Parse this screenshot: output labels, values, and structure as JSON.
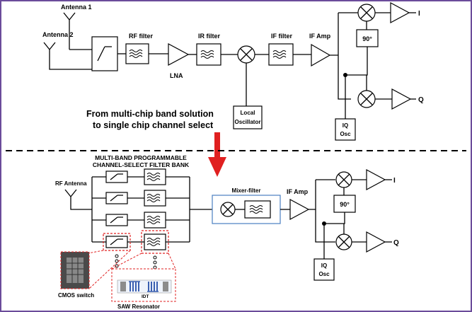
{
  "top": {
    "antenna1": "Antenna 1",
    "antenna2": "Antenna 2",
    "rf_filter": "RF filter",
    "lna": "LNA",
    "ir_filter": "IR filter",
    "local_osc_line1": "Local",
    "local_osc_line2": "Oscillator",
    "if_filter": "IF filter",
    "if_amp": "IF Amp",
    "phase_90": "90°",
    "iq_osc_line1": "IQ",
    "iq_osc_line2": "Osc",
    "out_i": "I",
    "out_q": "Q"
  },
  "transition": {
    "line1": "From multi-chip band solution",
    "line2": "to single chip channel select"
  },
  "bottom": {
    "bank_title_line1": "MULTI-BAND PROGRAMMABLE",
    "bank_title_line2": "CHANNEL-SELECT FILTER BANK",
    "rf_antenna": "RF Antenna",
    "mixer_filter": "Mixer-filter",
    "if_amp": "IF Amp",
    "phase_90": "90°",
    "iq_osc_line1": "IQ",
    "iq_osc_line2": "Osc",
    "out_i": "I",
    "out_q": "Q",
    "cmos_switch": "CMOS switch",
    "saw_resonator": "SAW Resonator",
    "idt": "IDT"
  },
  "colors": {
    "frame": "#6b4c9a",
    "arrow": "#e02020",
    "callout": "#e02020",
    "mixer_filter_box": "#4a7fc0"
  }
}
